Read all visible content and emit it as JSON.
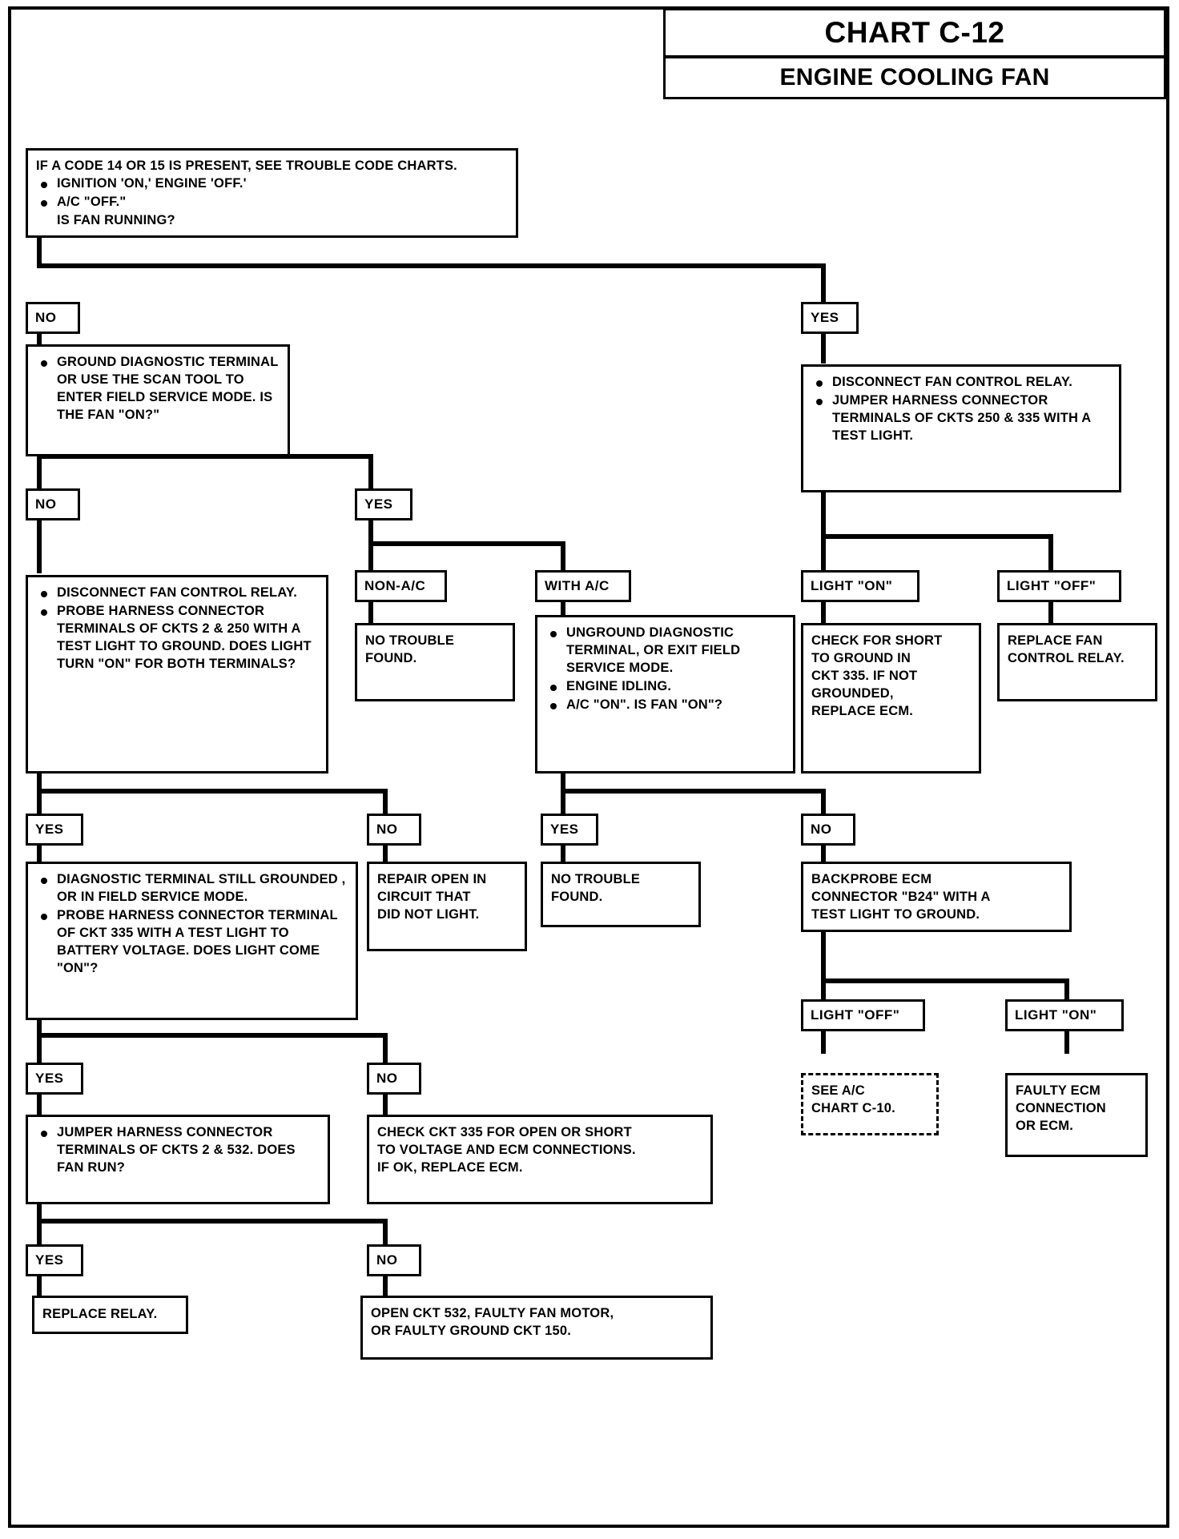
{
  "header": {
    "chart_number": "CHART C-12",
    "chart_title": "ENGINE COOLING FAN"
  },
  "nodes": {
    "start": {
      "line1": "IF A CODE 14 OR 15 IS PRESENT, SEE TROUBLE CODE CHARTS.",
      "bullet1": "IGNITION 'ON,' ENGINE 'OFF.'",
      "bullet2": "A/C \"OFF.\"",
      "tail": "IS FAN RUNNING?"
    },
    "ground_diag": {
      "bullet1_l1": "GROUND DIAGNOSTIC",
      "bullet1_l2": "TERMINAL OR USE THE",
      "bullet1_l3": "SCAN TOOL TO ENTER FIELD",
      "bullet1_l4": "SERVICE MODE. IS THE FAN",
      "bullet1_l5": "\"ON?\""
    },
    "disconnect_right": {
      "bullet1_l1": "DISCONNECT FAN CONTROL",
      "bullet1_l2": "RELAY.",
      "bullet2_l1": "JUMPER HARNESS CONNECTOR",
      "bullet2_l2": "TERMINALS OF CKTS 250 & 335",
      "bullet2_l3": "WITH A TEST LIGHT."
    },
    "no_trouble_nonac": {
      "l1": "NO TROUBLE",
      "l2": "FOUND."
    },
    "unground": {
      "bullet1_l1": "UNGROUND DIAGNOSTIC",
      "bullet1_l2": "TERMINAL, OR EXIT FIELD",
      "bullet1_l3": "SERVICE MODE.",
      "bullet2_l1": "ENGINE IDLING.",
      "bullet3_l1": "A/C \"ON\".",
      "bullet3_l2": "IS FAN \"ON\"?"
    },
    "check_short": {
      "l1": "CHECK FOR  SHORT",
      "l2": "TO GROUND IN",
      "l3": "CKT 335. IF NOT",
      "l4": "GROUNDED,",
      "l5": "REPLACE ECM."
    },
    "replace_relay_right": {
      "l1": "REPLACE FAN",
      "l2": "CONTROL RELAY."
    },
    "disconnect_left": {
      "bullet1_l1": "DISCONNECT FAN CONTROL",
      "bullet1_l2": "RELAY.",
      "bullet2_l1": "PROBE HARNESS CONNECTOR",
      "bullet2_l2": "TERMINALS OF CKTS 2 & 250",
      "bullet2_l3": "WITH A TEST LIGHT TO",
      "bullet2_l4": "GROUND.",
      "bullet2_l5": "DOES LIGHT TURN \"ON\" FOR",
      "bullet2_l6": "BOTH TERMINALS?"
    },
    "diag_terminal_still": {
      "bullet1_l1": "DIAGNOSTIC TERMINAL STILL",
      "bullet1_l2": "GROUNDED , OR IN FIELD",
      "bullet1_l3": "SERVICE MODE.",
      "bullet2_l1": "PROBE HARNESS CONNECTOR",
      "bullet2_l2": "TERMINAL OF CKT 335 WITH A",
      "bullet2_l3": "TEST LIGHT TO BATTERY",
      "bullet2_l4": "VOLTAGE.",
      "bullet2_l5": "DOES LIGHT COME \"ON\"?"
    },
    "repair_open": {
      "l1": "REPAIR OPEN IN",
      "l2": "CIRCUIT THAT",
      "l3": "DID NOT LIGHT."
    },
    "no_trouble_withac": {
      "l1": "NO TROUBLE",
      "l2": "FOUND."
    },
    "backprobe": {
      "l1": "BACKPROBE ECM",
      "l2": "CONNECTOR \"B24\" WITH A",
      "l3": "TEST LIGHT TO GROUND."
    },
    "see_ac_chart": {
      "l1": "SEE A/C",
      "l2": "CHART C-10."
    },
    "faulty_ecm": {
      "l1": "FAULTY ECM",
      "l2": "CONNECTION",
      "l3": "OR ECM."
    },
    "jumper_left": {
      "bullet1_l1": "JUMPER HARNESS CONNECTOR",
      "bullet1_l2": "TERMINALS OF CKTS 2 & 532.",
      "bullet1_l3": "DOES FAN RUN?"
    },
    "check_ckt335": {
      "l1": "CHECK CKT 335 FOR OPEN OR SHORT",
      "l2": "TO  VOLTAGE AND ECM CONNECTIONS.",
      "l3": "IF OK, REPLACE ECM."
    },
    "replace_relay_final": {
      "l1": "REPLACE RELAY."
    },
    "open_ckt532": {
      "l1": "OPEN CKT 532, FAULTY FAN MOTOR,",
      "l2": "OR FAULTY GROUND CKT 150."
    }
  },
  "labels": {
    "no_1": "NO",
    "yes_1": "YES",
    "no_2": "NO",
    "yes_2": "YES",
    "non_ac": "NON-A/C",
    "with_ac": "WITH A/C",
    "light_on_1": "LIGHT \"ON\"",
    "light_off_1": "LIGHT \"OFF\"",
    "yes_3": "YES",
    "no_3": "NO",
    "yes_4": "YES",
    "no_4": "NO",
    "light_off_2": "LIGHT \"OFF\"",
    "light_on_2": "LIGHT \"ON\"",
    "yes_5": "YES",
    "no_5": "NO",
    "yes_6": "YES",
    "no_6": "NO"
  }
}
